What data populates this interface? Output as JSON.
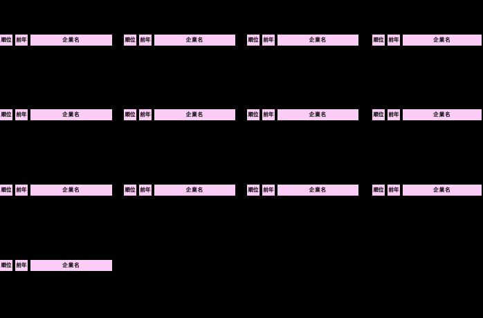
{
  "canvas": {
    "background_color": "#000000"
  },
  "header_row": {
    "rank_label": "順位",
    "prev_year_label": "前年",
    "company_label": "企業名",
    "fill_color": "#FBCCF5",
    "text_color": "#000000"
  },
  "tables": {
    "header_count": 13
  }
}
